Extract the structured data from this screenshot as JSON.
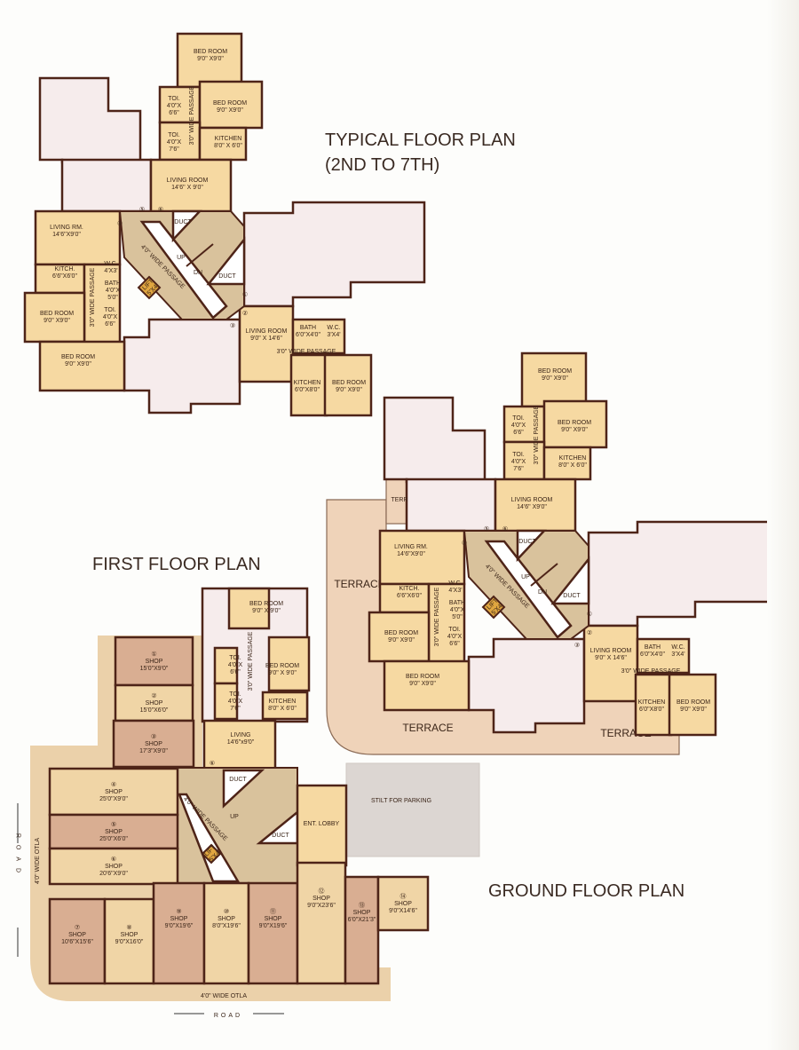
{
  "typical_floor": {
    "title_line1": "TYPICAL FLOOR PLAN",
    "title_line2": "(2ND TO 7TH)",
    "rooms": [
      {
        "name": "BED ROOM",
        "size": "9'0\" X9'0\""
      },
      {
        "name": "TOI.",
        "size": "4'0\"X",
        "size2": "6'6\""
      },
      {
        "name": "BED ROOM",
        "size": "9'0\" X9'0\""
      },
      {
        "name": "TOI.",
        "size": "4'0\"X",
        "size2": "7'6\""
      },
      {
        "name": "KITCHEN",
        "size": "8'0\" X 6'0\""
      },
      {
        "name": "LIVING ROOM",
        "size": "14'6\" X 9'0\""
      },
      {
        "name": "LIVING RM.",
        "size": "14'6\"X9'0\""
      },
      {
        "name": "KITCH.",
        "size": "6'6\"X6'0\""
      },
      {
        "name": "W.C.",
        "size": "4'X3'"
      },
      {
        "name": "BATH",
        "size": "4'0\"X",
        "size2": "5'0\""
      },
      {
        "name": "TOI.",
        "size": "4'0\"X",
        "size2": "6'6\""
      },
      {
        "name": "BED ROOM",
        "size": "9'0\" X9'0\""
      },
      {
        "name": "BED ROOM",
        "size": "9'0\" X9'0\""
      },
      {
        "name": "LIVING ROOM",
        "size": "9'0\" X 14'6\""
      },
      {
        "name": "BATH",
        "size": "6'0\"X4'0\""
      },
      {
        "name": "W.C.",
        "size": "3'X4'"
      },
      {
        "name": "KITCHEN",
        "size": "6'0\"X8'0\""
      },
      {
        "name": "BED ROOM",
        "size": "9'0\" X9'0\""
      }
    ],
    "passages": [
      "3'0\" WIDE PASSAGE",
      "3'0\" WIDE PASSAGE",
      "3'0\" WIDE PASSAGE",
      "4'0\" WIDE PASSAGE"
    ],
    "duct": "DUCT",
    "up": "UP",
    "dn": "DN",
    "lift": "LIFT",
    "lift_size": "5'X4'",
    "flat_numbers": [
      "①",
      "②",
      "③",
      "④",
      "⑤",
      "⑥"
    ]
  },
  "first_floor": {
    "title": "FIRST FLOOR PLAN",
    "rooms": [
      {
        "name": "BED ROOM",
        "size": "9'0\" X9'0\""
      },
      {
        "name": "TOI.",
        "size": "4'0\"X",
        "size2": "6'6\""
      },
      {
        "name": "BED ROOM",
        "size": "9'0\" X9'0\""
      },
      {
        "name": "TOI.",
        "size": "4'0\"X",
        "size2": "7'6\""
      },
      {
        "name": "KITCHEN",
        "size": "8'0\" X 6'0\""
      },
      {
        "name": "LIVING ROOM",
        "size": "14'6\" X9'0\""
      },
      {
        "name": "LIVING RM.",
        "size": "14'6\"X9'0\""
      },
      {
        "name": "KITCH.",
        "size": "6'6\"X6'0\""
      },
      {
        "name": "W.C.",
        "size": "4'X3'"
      },
      {
        "name": "BATH",
        "size": "4'0\"X",
        "size2": "5'0\""
      },
      {
        "name": "TOI.",
        "size": "4'0\"X",
        "size2": "6'6\""
      },
      {
        "name": "BED ROOM",
        "size": "9'0\" X9'0\""
      },
      {
        "name": "BED ROOM",
        "size": "9'0\" X9'0\""
      },
      {
        "name": "LIVING ROOM",
        "size": "9'0\" X 14'6\""
      },
      {
        "name": "BATH",
        "size": "6'0\"X4'0\""
      },
      {
        "name": "W.C.",
        "size": "3'X4'"
      },
      {
        "name": "KITCHEN",
        "size": "6'0\"X8'0\""
      },
      {
        "name": "BED ROOM",
        "size": "9'0\" X9'0\""
      }
    ],
    "passages": [
      "3'0\" WIDE PASSAGE",
      "3'0\" WIDE PASSAGE",
      "3'0\" WIDE PASSAGE",
      "4'0\" WIDE PASSAGE"
    ],
    "duct": "DUCT",
    "up": "UP",
    "dn": "DN",
    "lift": "LIFT",
    "lift_size": "5'X4'",
    "flat_numbers": [
      "①",
      "②",
      "③",
      "④",
      "⑤",
      "⑥"
    ],
    "terraces": [
      "TERRACE",
      "TERRACE",
      "TERRACE",
      "TERR"
    ]
  },
  "ground_floor": {
    "title": "GROUND FLOOR PLAN",
    "shops": [
      {
        "number": "①",
        "name": "SHOP",
        "size": "15'0\"X9'0\""
      },
      {
        "number": "②",
        "name": "SHOP",
        "size": "15'0\"X6'0\""
      },
      {
        "number": "③",
        "name": "SHOP",
        "size": "17'3\"X9'0\""
      },
      {
        "number": "④",
        "name": "SHOP",
        "size": "25'0\"X9'0\""
      },
      {
        "number": "⑤",
        "name": "SHOP",
        "size": "25'0\"X6'0\""
      },
      {
        "number": "⑥",
        "name": "SHOP",
        "size": "20'6\"X9'0\""
      },
      {
        "number": "⑦",
        "name": "SHOP",
        "size": "10'6\"X15'6\""
      },
      {
        "number": "⑧",
        "name": "SHOP",
        "size": "9'0\"X16'0\""
      },
      {
        "number": "⑨",
        "name": "SHOP",
        "size": "9'0\"X19'6\""
      },
      {
        "number": "⑩",
        "name": "SHOP",
        "size": "8'0\"X19'6\""
      },
      {
        "number": "⑪",
        "name": "SHOP",
        "size": "9'0\"X19'6\""
      },
      {
        "number": "⑫",
        "name": "SHOP",
        "size": "9'0\"X23'6\""
      },
      {
        "number": "⑬",
        "name": "SHOP",
        "size": "6'0\"X21'3\""
      },
      {
        "number": "⑭",
        "name": "SHOP",
        "size": "9'0\"X14'6\""
      }
    ],
    "upper_rooms": [
      {
        "name": "BED ROOM",
        "size": "9'0\" X 9'0\""
      },
      {
        "name": "TOI.",
        "size": "4'0\"X",
        "size2": "6'6\""
      },
      {
        "name": "BED ROOM",
        "size": "9'0\" X 9'0\""
      },
      {
        "name": "TOI.",
        "size": "4'0\"X",
        "size2": "7'6\""
      },
      {
        "name": "KITCHEN",
        "size": "8'0\" X 6'0\""
      },
      {
        "name": "LIVING",
        "size": "14'6\"x9'0\""
      }
    ],
    "passage_upper": "3'0\" WIDE PASSAGE",
    "passage_lobby": "4'0\" WIDE PASSAGE",
    "duct": "DUCT",
    "up": "UP",
    "lift": "LIFT",
    "lift_size": "5'X4'",
    "flat_number": "⑥",
    "ent_lobby": "ENT. LOBBY",
    "stilt": "STILT FOR PARKING",
    "otla_left": "4'0\" WIDE OTLA",
    "otla_bottom": "4'0\" WIDE OTLA",
    "road_left": "ROAD",
    "road_bottom": "ROAD"
  },
  "colors": {
    "wall": "#4e2418",
    "room": "#f6d9a2",
    "terrace": "#efd3b9",
    "shop_dark": "#d9ae92",
    "shop_light": "#f0d5a6"
  }
}
